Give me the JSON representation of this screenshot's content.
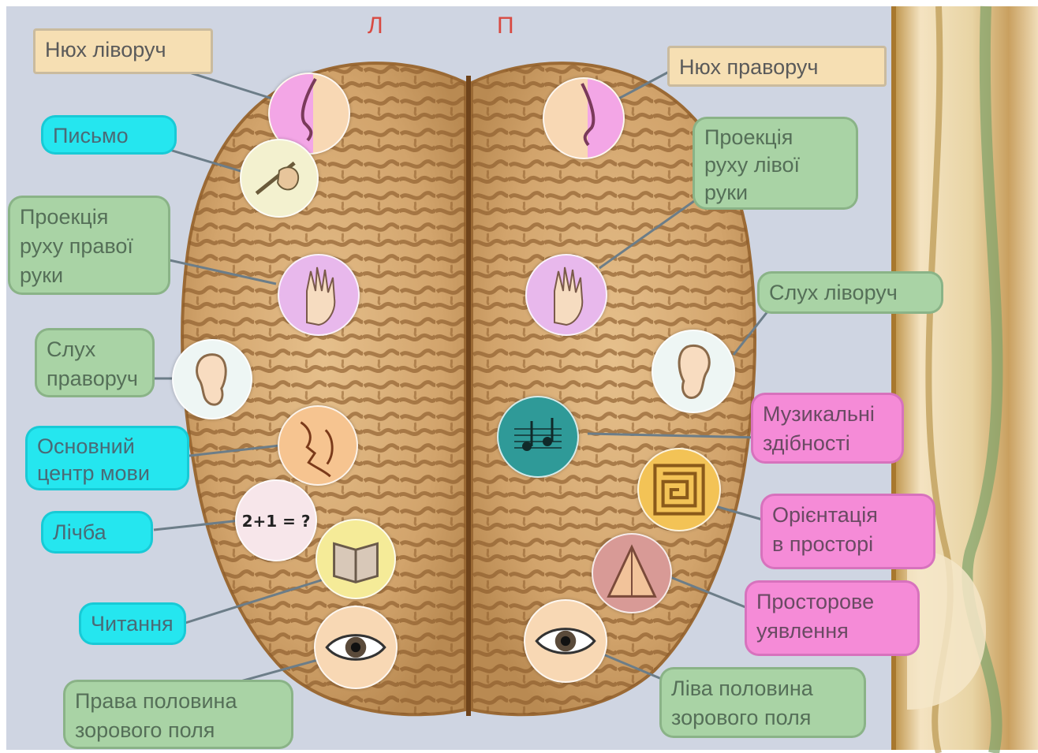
{
  "hemispheres": {
    "left": "Л",
    "right": "П"
  },
  "labels": {
    "smell_left": "Нюх ліворуч",
    "smell_right": "Нюх праворуч",
    "writing": "Письмо",
    "projection_left_hand": "Проекція\nруху лівої\nруки",
    "projection_right_hand": "Проекція\nруху правої\nруки",
    "hearing_left": "Слух ліворуч",
    "hearing_right": "Слух\nправоруч",
    "musical_abilities": "Музикальні\nздібності",
    "speech_center": "Основний\nцентр мови",
    "counting": "Лічба",
    "orientation": "Орієнтація\nв просторі",
    "spatial_imagination": "Просторове\nуявлення",
    "reading": "Читання",
    "right_visual_field": "Права половина\nзорового поля",
    "left_visual_field": "Ліва половина\nзорового поля"
  },
  "icon_text": {
    "math": "2+1 = ?"
  },
  "colors": {
    "background": "#cfd5e2",
    "brain": "#d7ae78",
    "brain_fold": "#8a5a2a",
    "callout_beige": "#f6dfb3",
    "callout_cyan": "#25e6ef",
    "callout_green": "#a9d3a5",
    "callout_pink": "#f58bd7",
    "hemisphere_letter": "#d84a42"
  },
  "icons": [
    "nose-icon",
    "writing-hand-icon",
    "hand-icon",
    "ear-icon",
    "speech-face-icon",
    "math-icon",
    "book-icon",
    "eye-icon",
    "music-notes-icon",
    "maze-icon",
    "mountain-icon"
  ]
}
